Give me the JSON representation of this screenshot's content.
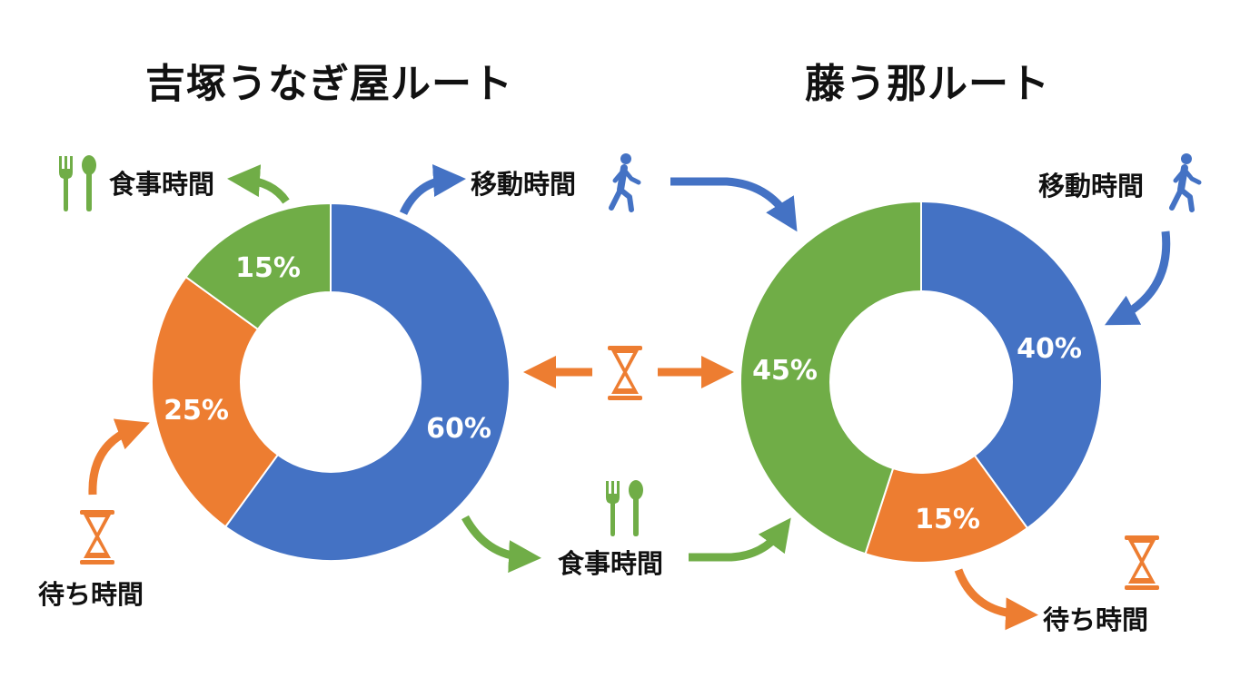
{
  "colors": {
    "travel": "#4472C4",
    "wait": "#ED7D31",
    "meal": "#70AD47"
  },
  "left": {
    "title": "吉塚うなぎ屋ルート",
    "labels": {
      "meal": "食事時間",
      "travel": "移動時間",
      "wait": "待ち時間"
    }
  },
  "right": {
    "title": "藤う那ルート",
    "labels": {
      "travel": "移動時間",
      "wait": "待ち時間"
    }
  },
  "middle": {
    "meal_label": "食事時間"
  },
  "icons": [
    "fork-spoon-icon",
    "walking-person-icon",
    "hourglass-icon",
    "arrow-icon"
  ],
  "chart_data": [
    {
      "type": "pie",
      "title": "吉塚うなぎ屋ルート",
      "categories": [
        "移動時間",
        "待ち時間",
        "食事時間"
      ],
      "values": [
        60,
        25,
        15
      ],
      "labels": [
        "60%",
        "25%",
        "15%"
      ],
      "colors": [
        "#4472C4",
        "#ED7D31",
        "#70AD47"
      ],
      "donut": true
    },
    {
      "type": "pie",
      "title": "藤う那ルート",
      "categories": [
        "移動時間",
        "待ち時間",
        "食事時間"
      ],
      "values": [
        40,
        15,
        45
      ],
      "labels": [
        "40%",
        "15%",
        "45%"
      ],
      "colors": [
        "#4472C4",
        "#ED7D31",
        "#70AD47"
      ],
      "donut": true
    }
  ]
}
